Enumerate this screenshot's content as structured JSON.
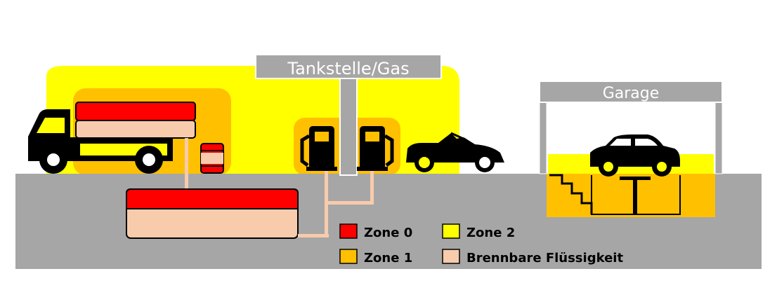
{
  "signs": {
    "station": "Tankstelle/Gas",
    "garage": "Garage"
  },
  "legend": [
    {
      "label": "Zone 0",
      "color": "#ff0000"
    },
    {
      "label": "Zone 2",
      "color": "#ffff00"
    },
    {
      "label": "Zone 1",
      "color": "#ffc000"
    },
    {
      "label": "Brennbare Flüssigkeit",
      "color": "#f8cbad"
    }
  ],
  "colors": {
    "ground": "#a6a6a6",
    "sign": "#a6a6a6",
    "zone0": "#ff0000",
    "zone1": "#ffc000",
    "zone2": "#ffff00",
    "liquid": "#f8cbad",
    "vehicle": "#000000"
  },
  "icons": [
    "truck-icon",
    "barrel-icon",
    "fuel-pump-icon",
    "sports-car-icon",
    "car-icon",
    "car-lift-icon"
  ]
}
